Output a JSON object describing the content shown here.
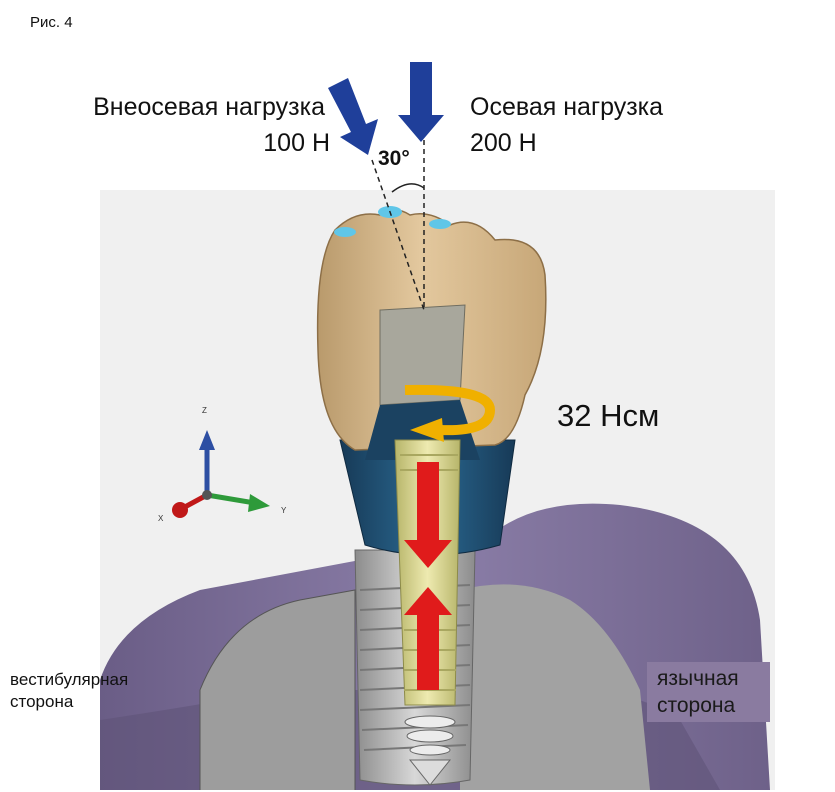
{
  "figure_label": "Рис. 4",
  "loads": {
    "offaxial": {
      "title": "Внеосевая нагрузка",
      "value": "100 Н",
      "color": "#1f3f9a"
    },
    "axial": {
      "title": "Осевая нагрузка",
      "value": "200 Н",
      "color": "#1f3f9a"
    }
  },
  "angle": "30°",
  "torque": "32 Нсм",
  "sides": {
    "vestibular": "вестибулярная сторона",
    "lingual": "язычная сторона"
  },
  "axes": {
    "x": "X",
    "y": "Y",
    "z": "Z"
  },
  "colors": {
    "crown": "#d8bb90",
    "abutment": "#1f4e73",
    "bone": "#7b6e95",
    "screw": "#d9d78f",
    "force_arrow": "#e01b1b",
    "torque_arrow": "#f0b000",
    "contact_point": "#5fc6e8"
  }
}
